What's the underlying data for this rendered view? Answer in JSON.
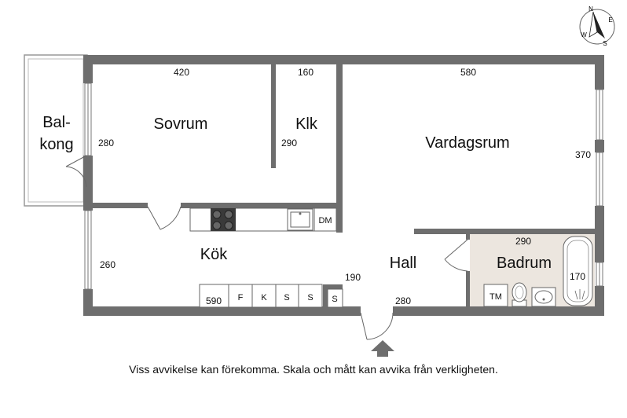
{
  "rooms": {
    "balkong_line1": "Bal-",
    "balkong_line2": "kong",
    "sovrum": "Sovrum",
    "klk": "Klk",
    "vardagsrum": "Vardagsrum",
    "kok": "Kök",
    "hall": "Hall",
    "badrum": "Badrum"
  },
  "dimensions": {
    "sovrum_width": "420",
    "klk_width": "160",
    "vardagsrum_width": "580",
    "sovrum_height": "280",
    "klk_height": "290",
    "vardagsrum_height": "370",
    "kok_height": "260",
    "kok_width": "590",
    "kok_side": "190",
    "hall_width": "280",
    "badrum_width": "290",
    "badrum_height": "170"
  },
  "fixtures": {
    "dishwasher": "DM",
    "fridge": "F",
    "freezer": "K",
    "cabinet_1": "S",
    "cabinet_2": "S",
    "cabinet_3": "S",
    "washer": "TM"
  },
  "compass": {
    "north": "N",
    "east": "E",
    "south": "S",
    "west": "W"
  },
  "disclaimer": "Viss avvikelse kan förekomma. Skala och mått kan avvika från verkligheten."
}
